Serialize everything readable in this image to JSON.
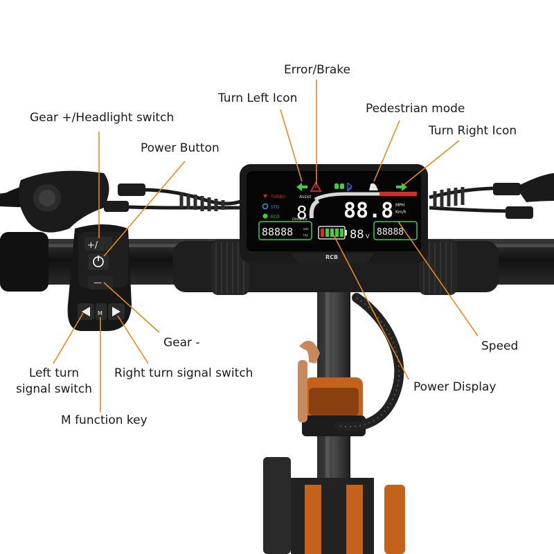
{
  "colors": {
    "leader": "#e8891a",
    "dark": "#1a1a1a",
    "lcd_green": "#3fcf3a",
    "lcd_red": "#e02828",
    "lcd_white": "#f2f2f2",
    "frame_orange": "#c4621b"
  },
  "labels": {
    "error_brake": "Error/Brake",
    "turn_left_icon": "Turn Left Icon",
    "pedestrian_mode": "Pedestrian mode",
    "gear_plus_headlight": "Gear +/Headlight switch",
    "turn_right_icon": "Turn Right Icon",
    "power_button": "Power Button",
    "gear_minus": "Gear -",
    "speed": "Speed",
    "left_turn_line1": "Left turn",
    "left_turn_line2": "signal switch",
    "right_turn_signal": "Right turn signal switch",
    "power_display": "Power Display",
    "m_function_key": "M function key"
  },
  "display": {
    "turbo": "TURBO",
    "std": "STD",
    "eco": "ECO",
    "assist": "Assist",
    "gear_digit": "8",
    "speed_digits": "88.8",
    "mph": "MPH",
    "kmh": "Km/h",
    "distance_label": "Distance",
    "distance_digits": "88888",
    "distance_unit_1": "odo",
    "distance_unit_2": "trip",
    "voltage_digits": "88",
    "voltage_unit": "V",
    "right_digits": "88888",
    "brand": "RCB"
  },
  "controller": {
    "gear_plus": "+/",
    "minus": "—",
    "m": "M"
  }
}
